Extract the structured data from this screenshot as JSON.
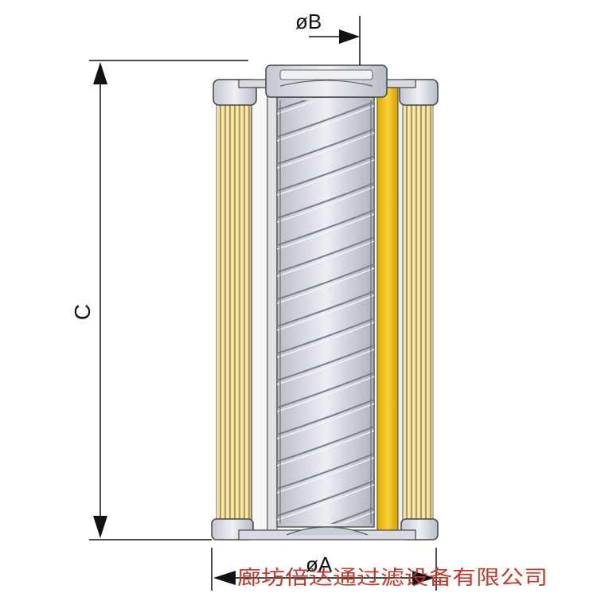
{
  "labels": {
    "dim_b": "øB",
    "dim_c": "C",
    "dim_a": "øA"
  },
  "watermark": "廊坊倍达通过滤设备有限公司",
  "colors": {
    "line": "#111111",
    "outline": "#3a3a3a",
    "cap": "#d7dbe3",
    "cap_shade": "#aeb4bf",
    "pleat_light": "#e9d9a4",
    "pleat_dark": "#b89a45",
    "yellow": "#f2c21b",
    "yellow_edge": "#b58b05",
    "core": "#d2d6dd",
    "spiral": "#8c929d",
    "watermark": "#c0392b"
  }
}
